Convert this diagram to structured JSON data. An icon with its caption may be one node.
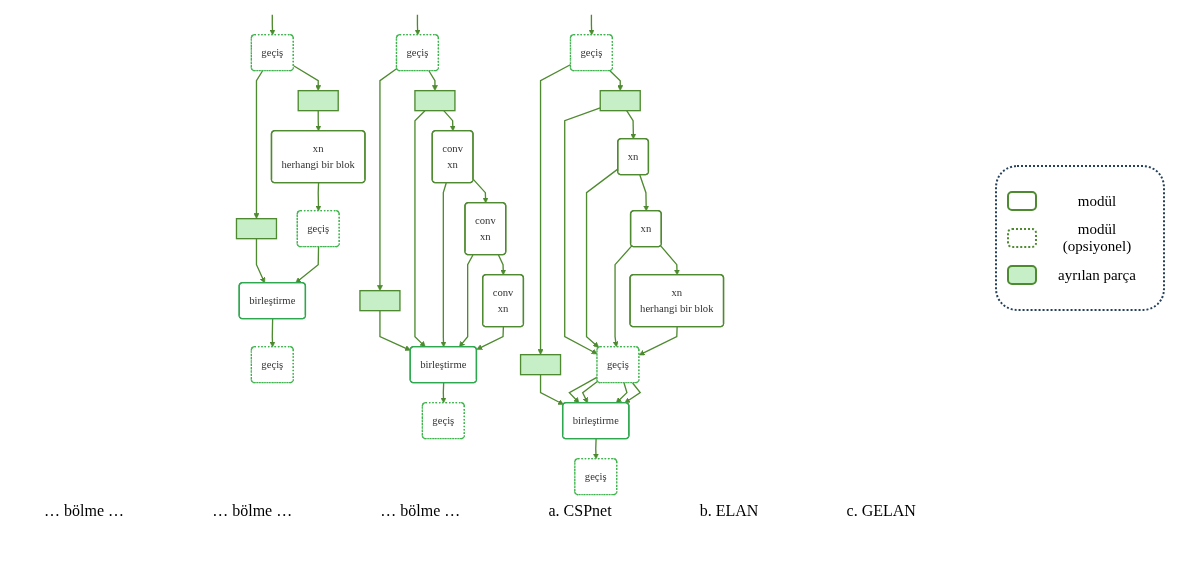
{
  "diagram": {
    "nodes": [
      {
        "text": [
          "geçiş"
        ]
      },
      {
        "text": [],
        "shape": "box"
      },
      {
        "text": [],
        "shape": "box"
      },
      {
        "text": [
          "xn",
          "herhangi bir blok"
        ]
      },
      {
        "text": [
          "geçiş"
        ]
      },
      {
        "text": [
          "birleştirme"
        ]
      },
      {
        "text": [
          "geçiş"
        ]
      },
      {
        "text": [
          "geçiş"
        ]
      },
      {
        "text": [],
        "shape": "box"
      },
      {
        "text": [],
        "shape": "box"
      },
      {
        "text": [
          "conv",
          "xn"
        ]
      },
      {
        "text": [
          "conv",
          "xn"
        ]
      },
      {
        "text": [
          "conv",
          "xn"
        ]
      },
      {
        "text": [
          "birleştirme"
        ]
      },
      {
        "text": [
          "geçiş"
        ]
      },
      {
        "text": [
          "geçiş"
        ]
      },
      {
        "text": [],
        "shape": "box"
      },
      {
        "text": [],
        "shape": "box"
      },
      {
        "text": [
          "xn"
        ]
      },
      {
        "text": [
          "xn"
        ]
      },
      {
        "text": [
          "xn",
          "herhangi bir blok"
        ]
      },
      {
        "text": [
          "geçiş"
        ]
      },
      {
        "text": [
          "birleştirme"
        ]
      },
      {
        "text": [
          "geçiş"
        ]
      }
    ],
    "edges": [
      {
        "from": null,
        "to": 0,
        "arrow": "to"
      },
      {
        "from": 0,
        "to": 1,
        "arrow": "to"
      },
      {
        "from": 0,
        "to": 2,
        "arrow": "to"
      },
      {
        "from": 1,
        "to": 5,
        "arrow": "to"
      },
      {
        "from": 2,
        "to": 3,
        "arrow": "to"
      },
      {
        "from": 3,
        "to": 4,
        "arrow": "to"
      },
      {
        "from": 4,
        "to": 5,
        "arrow": "to"
      },
      {
        "from": 5,
        "to": 6,
        "arrow": "to"
      },
      {
        "from": null,
        "to": 7,
        "arrow": "to"
      },
      {
        "from": 7,
        "to": 8,
        "arrow": "to"
      },
      {
        "from": 7,
        "to": 9,
        "arrow": "to"
      },
      {
        "from": 8,
        "to": 13,
        "arrow": "to"
      },
      {
        "from": 9,
        "to": 13,
        "arrow": "to"
      },
      {
        "from": 9,
        "to": 10,
        "arrow": "to"
      },
      {
        "from": 10,
        "to": 13,
        "arrow": "to"
      },
      {
        "from": 10,
        "to": 11,
        "arrow": "to"
      },
      {
        "from": 11,
        "to": 13,
        "arrow": "to"
      },
      {
        "from": 11,
        "to": 12,
        "arrow": "to"
      },
      {
        "from": 12,
        "to": 13,
        "arrow": "to"
      },
      {
        "from": 13,
        "to": 14,
        "arrow": "to"
      },
      {
        "from": null,
        "to": 15,
        "arrow": "to"
      },
      {
        "from": 15,
        "to": 16,
        "arrow": "to"
      },
      {
        "from": 15,
        "to": 17,
        "arrow": "to"
      },
      {
        "from": 16,
        "to": 22,
        "arrow": "to"
      },
      {
        "from": 17,
        "to": 21,
        "arrow": "to"
      },
      {
        "from": 17,
        "to": 18,
        "arrow": "to"
      },
      {
        "from": 18,
        "to": 19,
        "arrow": "to"
      },
      {
        "from": 18,
        "to": 21,
        "arrow": "to"
      },
      {
        "from": 19,
        "to": 20,
        "arrow": "to"
      },
      {
        "from": 19,
        "to": 21,
        "arrow": "to"
      },
      {
        "from": 20,
        "to": 21,
        "arrow": "to"
      },
      {
        "from": 21,
        "to": 22,
        "arrow": "to"
      },
      {
        "from": 21,
        "to": 22,
        "arrow": "to"
      },
      {
        "from": 21,
        "to": 22,
        "arrow": "to"
      },
      {
        "from": 21,
        "to": 22,
        "arrow": "to"
      },
      {
        "from": 22,
        "to": 23,
        "arrow": "to"
      }
    ],
    "labels": [
      "… bölme …",
      "… bölme …",
      "… bölme …",
      "a. CSPnet",
      "b. ELAN",
      "c. GELAN"
    ],
    "legend": [
      {
        "text": "modül"
      },
      {
        "text": "modül (opsiyonel)"
      },
      {
        "text": "ayrılan parça",
        "color": "#c6efc8"
      }
    ]
  }
}
